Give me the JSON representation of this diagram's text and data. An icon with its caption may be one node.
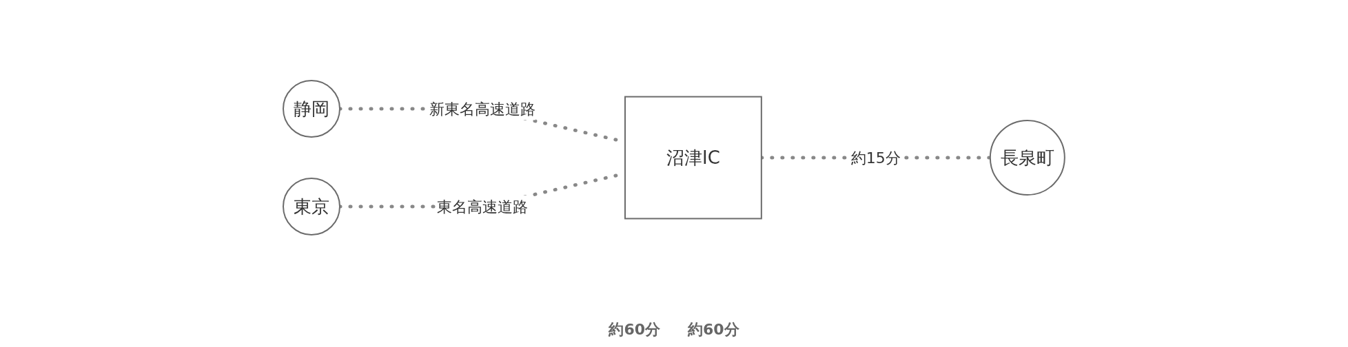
{
  "diagram": {
    "nodes": [
      {
        "text": [
          "静岡"
        ]
      },
      {
        "text": [
          "東京"
        ]
      },
      {
        "text": [
          "沼津IC"
        ]
      },
      {
        "text": [
          "長泉町"
        ]
      }
    ],
    "edges": [
      {
        "from": 0,
        "to": 2,
        "arrow": "none",
        "style": "dashed",
        "label": "新東名高速道路"
      },
      {
        "from": 1,
        "to": 2,
        "arrow": "none",
        "style": "dashed",
        "label": "東名高速道路"
      },
      {
        "from": 2,
        "to": 3,
        "arrow": "none",
        "style": "dashed",
        "label": "約15分"
      }
    ],
    "labels": [
      "約60分",
      "約60分"
    ]
  }
}
